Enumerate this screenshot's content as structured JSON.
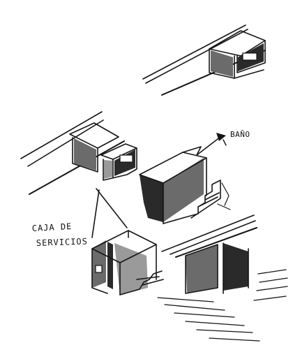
{
  "sheet": {
    "labels": {
      "bano": "BAÑO",
      "caja_line1": "CAJA DE",
      "caja_line2": "SERVICIOS"
    },
    "ink_color": "#151515",
    "shade_color": "#6b6b6b"
  }
}
